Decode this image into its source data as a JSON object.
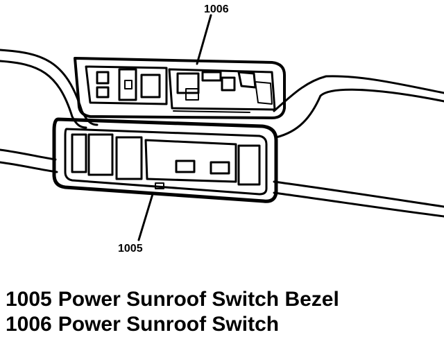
{
  "diagram": {
    "callouts": [
      {
        "id": "1006",
        "label": "1006"
      },
      {
        "id": "1005",
        "label": "1005"
      }
    ],
    "legend": [
      {
        "number": "1005",
        "text": "Power Sunroof Switch Bezel"
      },
      {
        "number": "1006",
        "text": "Power Sunroof Switch"
      }
    ],
    "colors": {
      "ink": "#000000",
      "background": "#ffffff"
    }
  }
}
